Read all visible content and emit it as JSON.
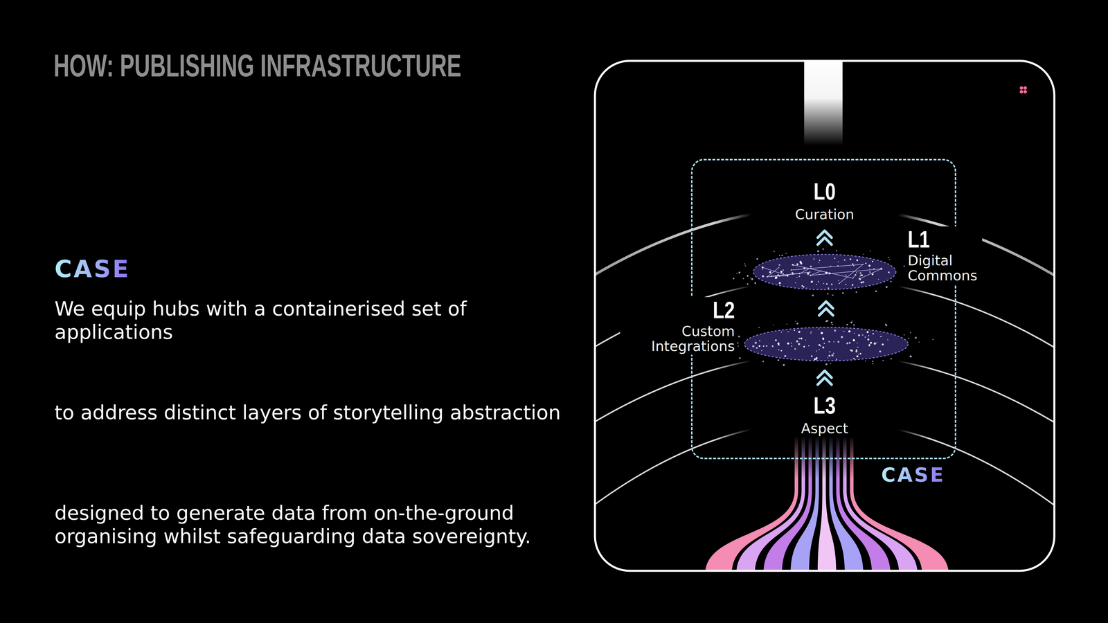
{
  "diagram": {
    "title": "HOW: PUBLISHING INFRASTRUCTURE",
    "nodes": [
      {
        "text": [
          "CASE"
        ]
      },
      {
        "text": [
          "L0",
          "Curation"
        ],
        "in": 0
      },
      {
        "text": [
          "L1",
          "Digital Commons"
        ],
        "in": 0
      },
      {
        "text": [
          "L2",
          "Custom Integrations"
        ],
        "in": 0
      },
      {
        "text": [
          "L3",
          "Aspect"
        ],
        "in": 0
      }
    ],
    "edges": [
      {
        "from": 4,
        "to": 3,
        "arrow": "to"
      },
      {
        "from": 3,
        "to": 2,
        "arrow": "to"
      },
      {
        "from": 2,
        "to": 1,
        "arrow": "to"
      }
    ],
    "labels": [
      "CASE",
      "We equip hubs with a containerised set of applications",
      "to address distinct layers of storytelling abstraction",
      "designed to generate data from on-the-ground organising whilst safeguarding data sovereignty."
    ]
  }
}
